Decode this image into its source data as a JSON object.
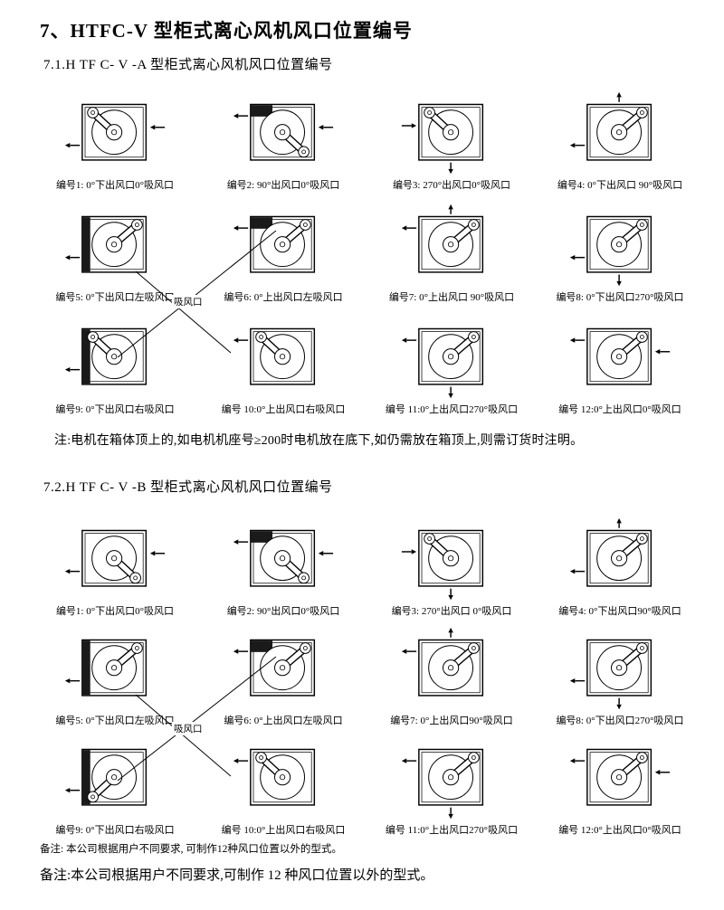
{
  "title": "7、HTFC-V 型柜式离心风机风口位置编号",
  "section_a": {
    "heading": "7.1.H TF C- V  -A 型柜式离心风机风口位置编号",
    "suction_label": "吸风口",
    "note": "注:电机在箱体顶上的,如电机机座号≥200时电机放在底下,如仍需放在箱顶上,则需订货时注明。",
    "diagrams": [
      {
        "caption": "编号1: 0°下出风口0°吸风口",
        "arm": "tl",
        "arrows": [
          "left-out-low",
          "right-in"
        ],
        "shade": "none"
      },
      {
        "caption": "编号2: 90°出风口0°吸风口",
        "arm": "br",
        "arrows": [
          "left-out-high",
          "right-in"
        ],
        "shade": "tl"
      },
      {
        "caption": "编号3: 270°出风口0°吸风口",
        "arm": "tl",
        "arrows": [
          "bottom-down",
          "left-in"
        ],
        "shade": "none"
      },
      {
        "caption": "编号4: 0°下出风口 90°吸风口",
        "arm": "tr",
        "arrows": [
          "top-up",
          "left-out-low"
        ],
        "shade": "none"
      },
      {
        "caption": "编号5: 0°下出风口左吸风口",
        "arm": "tr",
        "arrows": [
          "left-out-low"
        ],
        "shade": "l"
      },
      {
        "caption": "编号6: 0°上出风口左吸风口",
        "arm": "tr",
        "arrows": [
          "left-out-high"
        ],
        "shade": "tl"
      },
      {
        "caption": "编号7: 0°上出风口 90°吸风口",
        "arm": "tr",
        "arrows": [
          "left-out-high",
          "top-up"
        ],
        "shade": "none"
      },
      {
        "caption": "编号8: 0°下出风口270°吸风口",
        "arm": "tr",
        "arrows": [
          "left-out-low",
          "bottom-down"
        ],
        "shade": "none"
      },
      {
        "caption": "编号9: 0°下出风口右吸风口",
        "arm": "tl",
        "arrows": [
          "left-out-low"
        ],
        "shade": "l"
      },
      {
        "caption": "编号 10:0°上出风口右吸风口",
        "arm": "tl",
        "arrows": [
          "left-out-high"
        ],
        "shade": "none"
      },
      {
        "caption": "编号 11:0°上出风口270°吸风口",
        "arm": "tr",
        "arrows": [
          "left-out-high",
          "bottom-down"
        ],
        "shade": "none"
      },
      {
        "caption": "编号 12:0°上出风口0°吸风口",
        "arm": "tr",
        "arrows": [
          "left-out-high",
          "right-in"
        ],
        "shade": "none"
      }
    ]
  },
  "section_b": {
    "heading": "7.2.H TF C- V  -B 型柜式离心风机风口位置编号",
    "suction_label": "吸风口",
    "note_small": "备注: 本公司根据用户不同要求, 可制作12种风口位置以外的型式。",
    "note_large": "备注:本公司根据用户不同要求,可制作 12 种风口位置以外的型式。",
    "diagrams": [
      {
        "caption": "编号1: 0°下出风口0°吸风口",
        "arm": "br",
        "arrows": [
          "left-out-low",
          "right-in"
        ],
        "shade": "none"
      },
      {
        "caption": "编号2: 90°出风口0°吸风口",
        "arm": "br",
        "arrows": [
          "left-out-high",
          "right-in"
        ],
        "shade": "tl"
      },
      {
        "caption": "编号3: 270°出风口 0°吸风口",
        "arm": "tl",
        "arrows": [
          "bottom-down",
          "left-in"
        ],
        "shade": "none"
      },
      {
        "caption": "编号4: 0°下出风口90°吸风口",
        "arm": "tr",
        "arrows": [
          "top-up",
          "left-out-low"
        ],
        "shade": "none"
      },
      {
        "caption": "编号5: 0°下出风口左吸风口",
        "arm": "tr",
        "arrows": [
          "left-out-low"
        ],
        "shade": "l"
      },
      {
        "caption": "编号6: 0°上出风口左吸风口",
        "arm": "tr",
        "arrows": [
          "left-out-high"
        ],
        "shade": "tl"
      },
      {
        "caption": "编号7: 0°上出风口90°吸风口",
        "arm": "tr",
        "arrows": [
          "left-out-high",
          "top-up"
        ],
        "shade": "none"
      },
      {
        "caption": "编号8: 0°下出风口270°吸风口",
        "arm": "tr",
        "arrows": [
          "left-out-low",
          "bottom-down"
        ],
        "shade": "none"
      },
      {
        "caption": "编号9: 0°下出风口右吸风口",
        "arm": "bl",
        "arrows": [
          "left-out-low"
        ],
        "shade": "l"
      },
      {
        "caption": "编号 10:0°上出风口右吸风口",
        "arm": "tl",
        "arrows": [
          "left-out-high"
        ],
        "shade": "none"
      },
      {
        "caption": "编号 11:0°上出风口270°吸风口",
        "arm": "tr",
        "arrows": [
          "left-out-high",
          "bottom-down"
        ],
        "shade": "none"
      },
      {
        "caption": "编号 12:0°上出风口0°吸风口",
        "arm": "tr",
        "arrows": [
          "left-out-high",
          "right-in"
        ],
        "shade": "none"
      }
    ]
  }
}
